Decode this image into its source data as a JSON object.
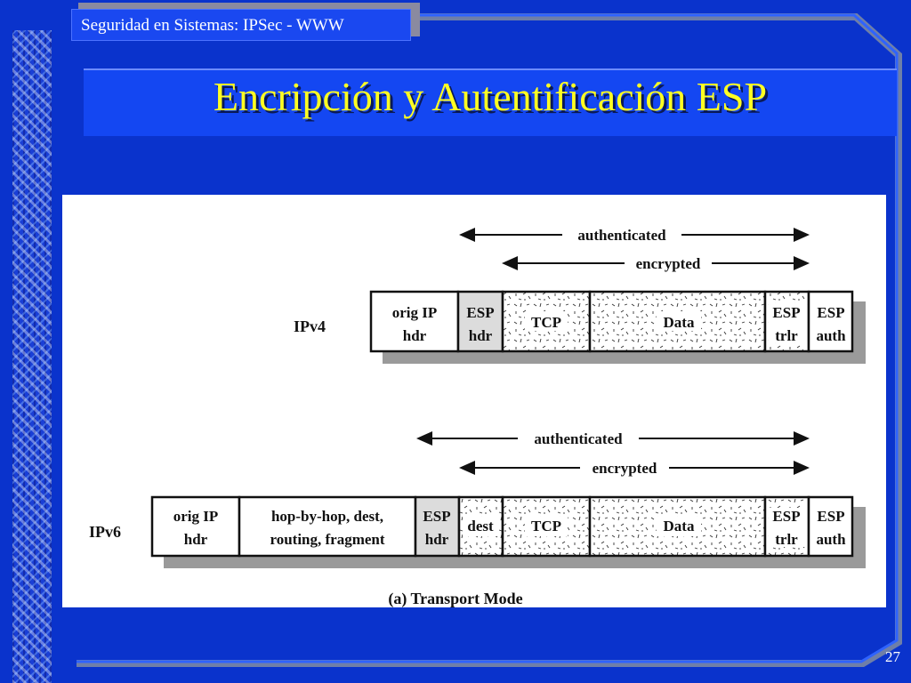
{
  "header": {
    "course_title": "Seguridad en Sistemas: IPSec - WWW"
  },
  "slide": {
    "title": "Encripción y Autentificación ESP",
    "page_number": "27"
  },
  "diagram": {
    "caption": "(a) Transport Mode",
    "ipv4": {
      "label": "IPv4",
      "authenticated_label": "authenticated",
      "encrypted_label": "encrypted",
      "fields": {
        "orig_ip_line1": "orig IP",
        "orig_ip_line2": "hdr",
        "esp_hdr_line1": "ESP",
        "esp_hdr_line2": "hdr",
        "tcp": "TCP",
        "data": "Data",
        "esp_trlr_line1": "ESP",
        "esp_trlr_line2": "trlr",
        "esp_auth_line1": "ESP",
        "esp_auth_line2": "auth"
      }
    },
    "ipv6": {
      "label": "IPv6",
      "authenticated_label": "authenticated",
      "encrypted_label": "encrypted",
      "fields": {
        "orig_ip_line1": "orig IP",
        "orig_ip_line2": "hdr",
        "ext_line1": "hop-by-hop, dest,",
        "ext_line2": "routing, fragment",
        "esp_hdr_line1": "ESP",
        "esp_hdr_line2": "hdr",
        "dest": "dest",
        "tcp": "TCP",
        "data": "Data",
        "esp_trlr_line1": "ESP",
        "esp_trlr_line2": "trlr",
        "esp_auth_line1": "ESP",
        "esp_auth_line2": "auth"
      }
    }
  }
}
